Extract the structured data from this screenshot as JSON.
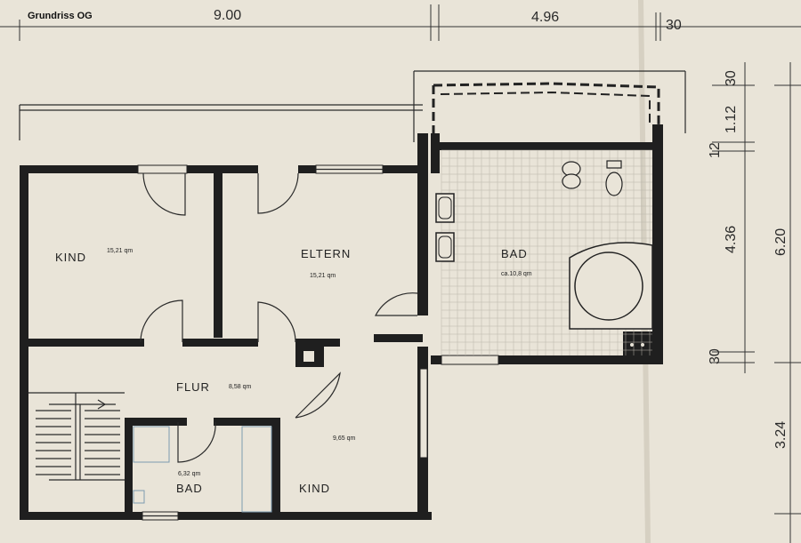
{
  "title": "Grundriss OG",
  "rooms": {
    "kind_left": {
      "name": "KIND",
      "area": "15,21 qm"
    },
    "eltern": {
      "name": "ELTERN",
      "area": "15,21 qm"
    },
    "bad_main": {
      "name": "BAD",
      "area": "ca.10,8 qm"
    },
    "flur": {
      "name": "FLUR",
      "area": "8,58 qm"
    },
    "kind_small": {
      "name": "KIND",
      "area": "9,65 qm"
    },
    "bad_small": {
      "name": "BAD",
      "area": "6,32 qm"
    }
  },
  "dimensions": {
    "top": [
      "9.00",
      "4.96",
      "30"
    ],
    "right": [
      "30",
      "1.12",
      "12",
      "4.36",
      "6.20",
      "30",
      "3.24"
    ]
  },
  "colors": {
    "paper": "#e9e4d8",
    "wall": "#1f1f1f",
    "tile": "#b9b5a9"
  }
}
